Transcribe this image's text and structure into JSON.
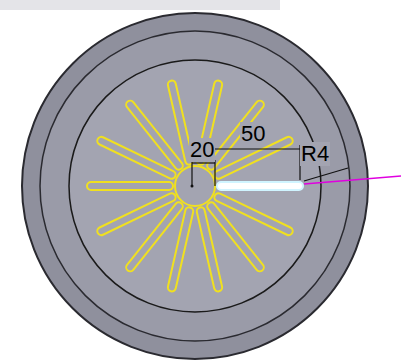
{
  "diagram": {
    "labels": [
      "20",
      "50",
      "R4"
    ]
  }
}
